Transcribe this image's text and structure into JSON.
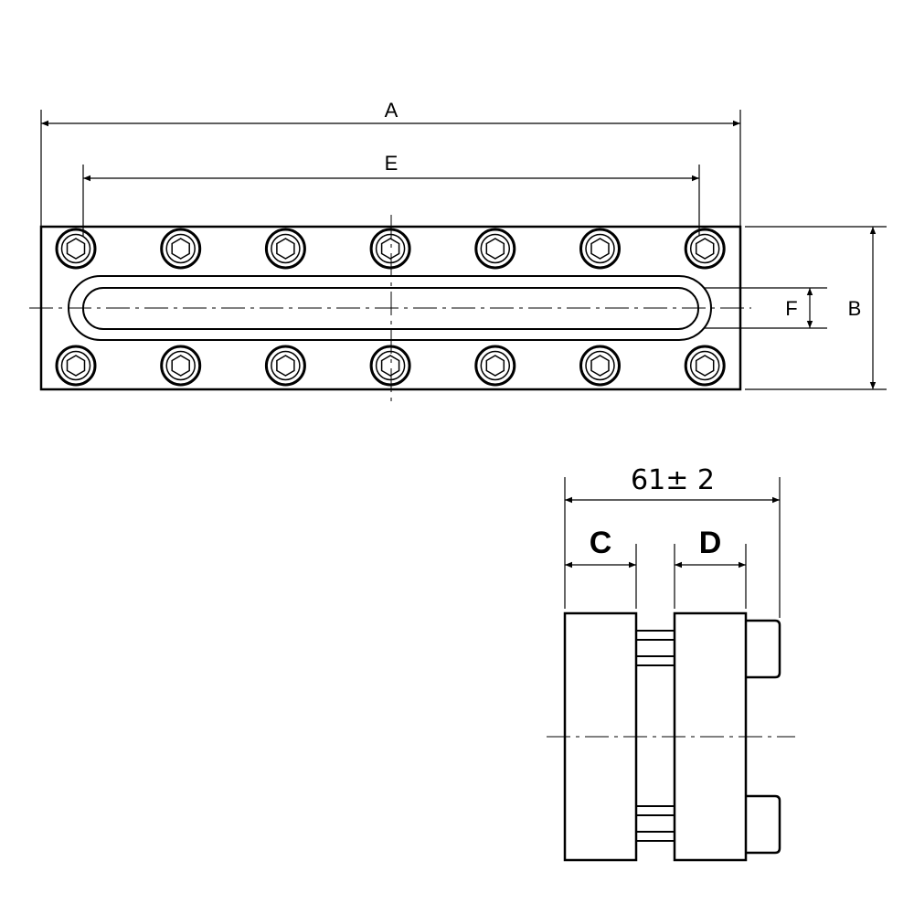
{
  "labels": {
    "a": "A",
    "b": "B",
    "c": "C",
    "d": "D",
    "e": "E",
    "f": "F",
    "side_width": "61± 2"
  },
  "colors": {
    "line": "#000000",
    "background": "#ffffff"
  }
}
